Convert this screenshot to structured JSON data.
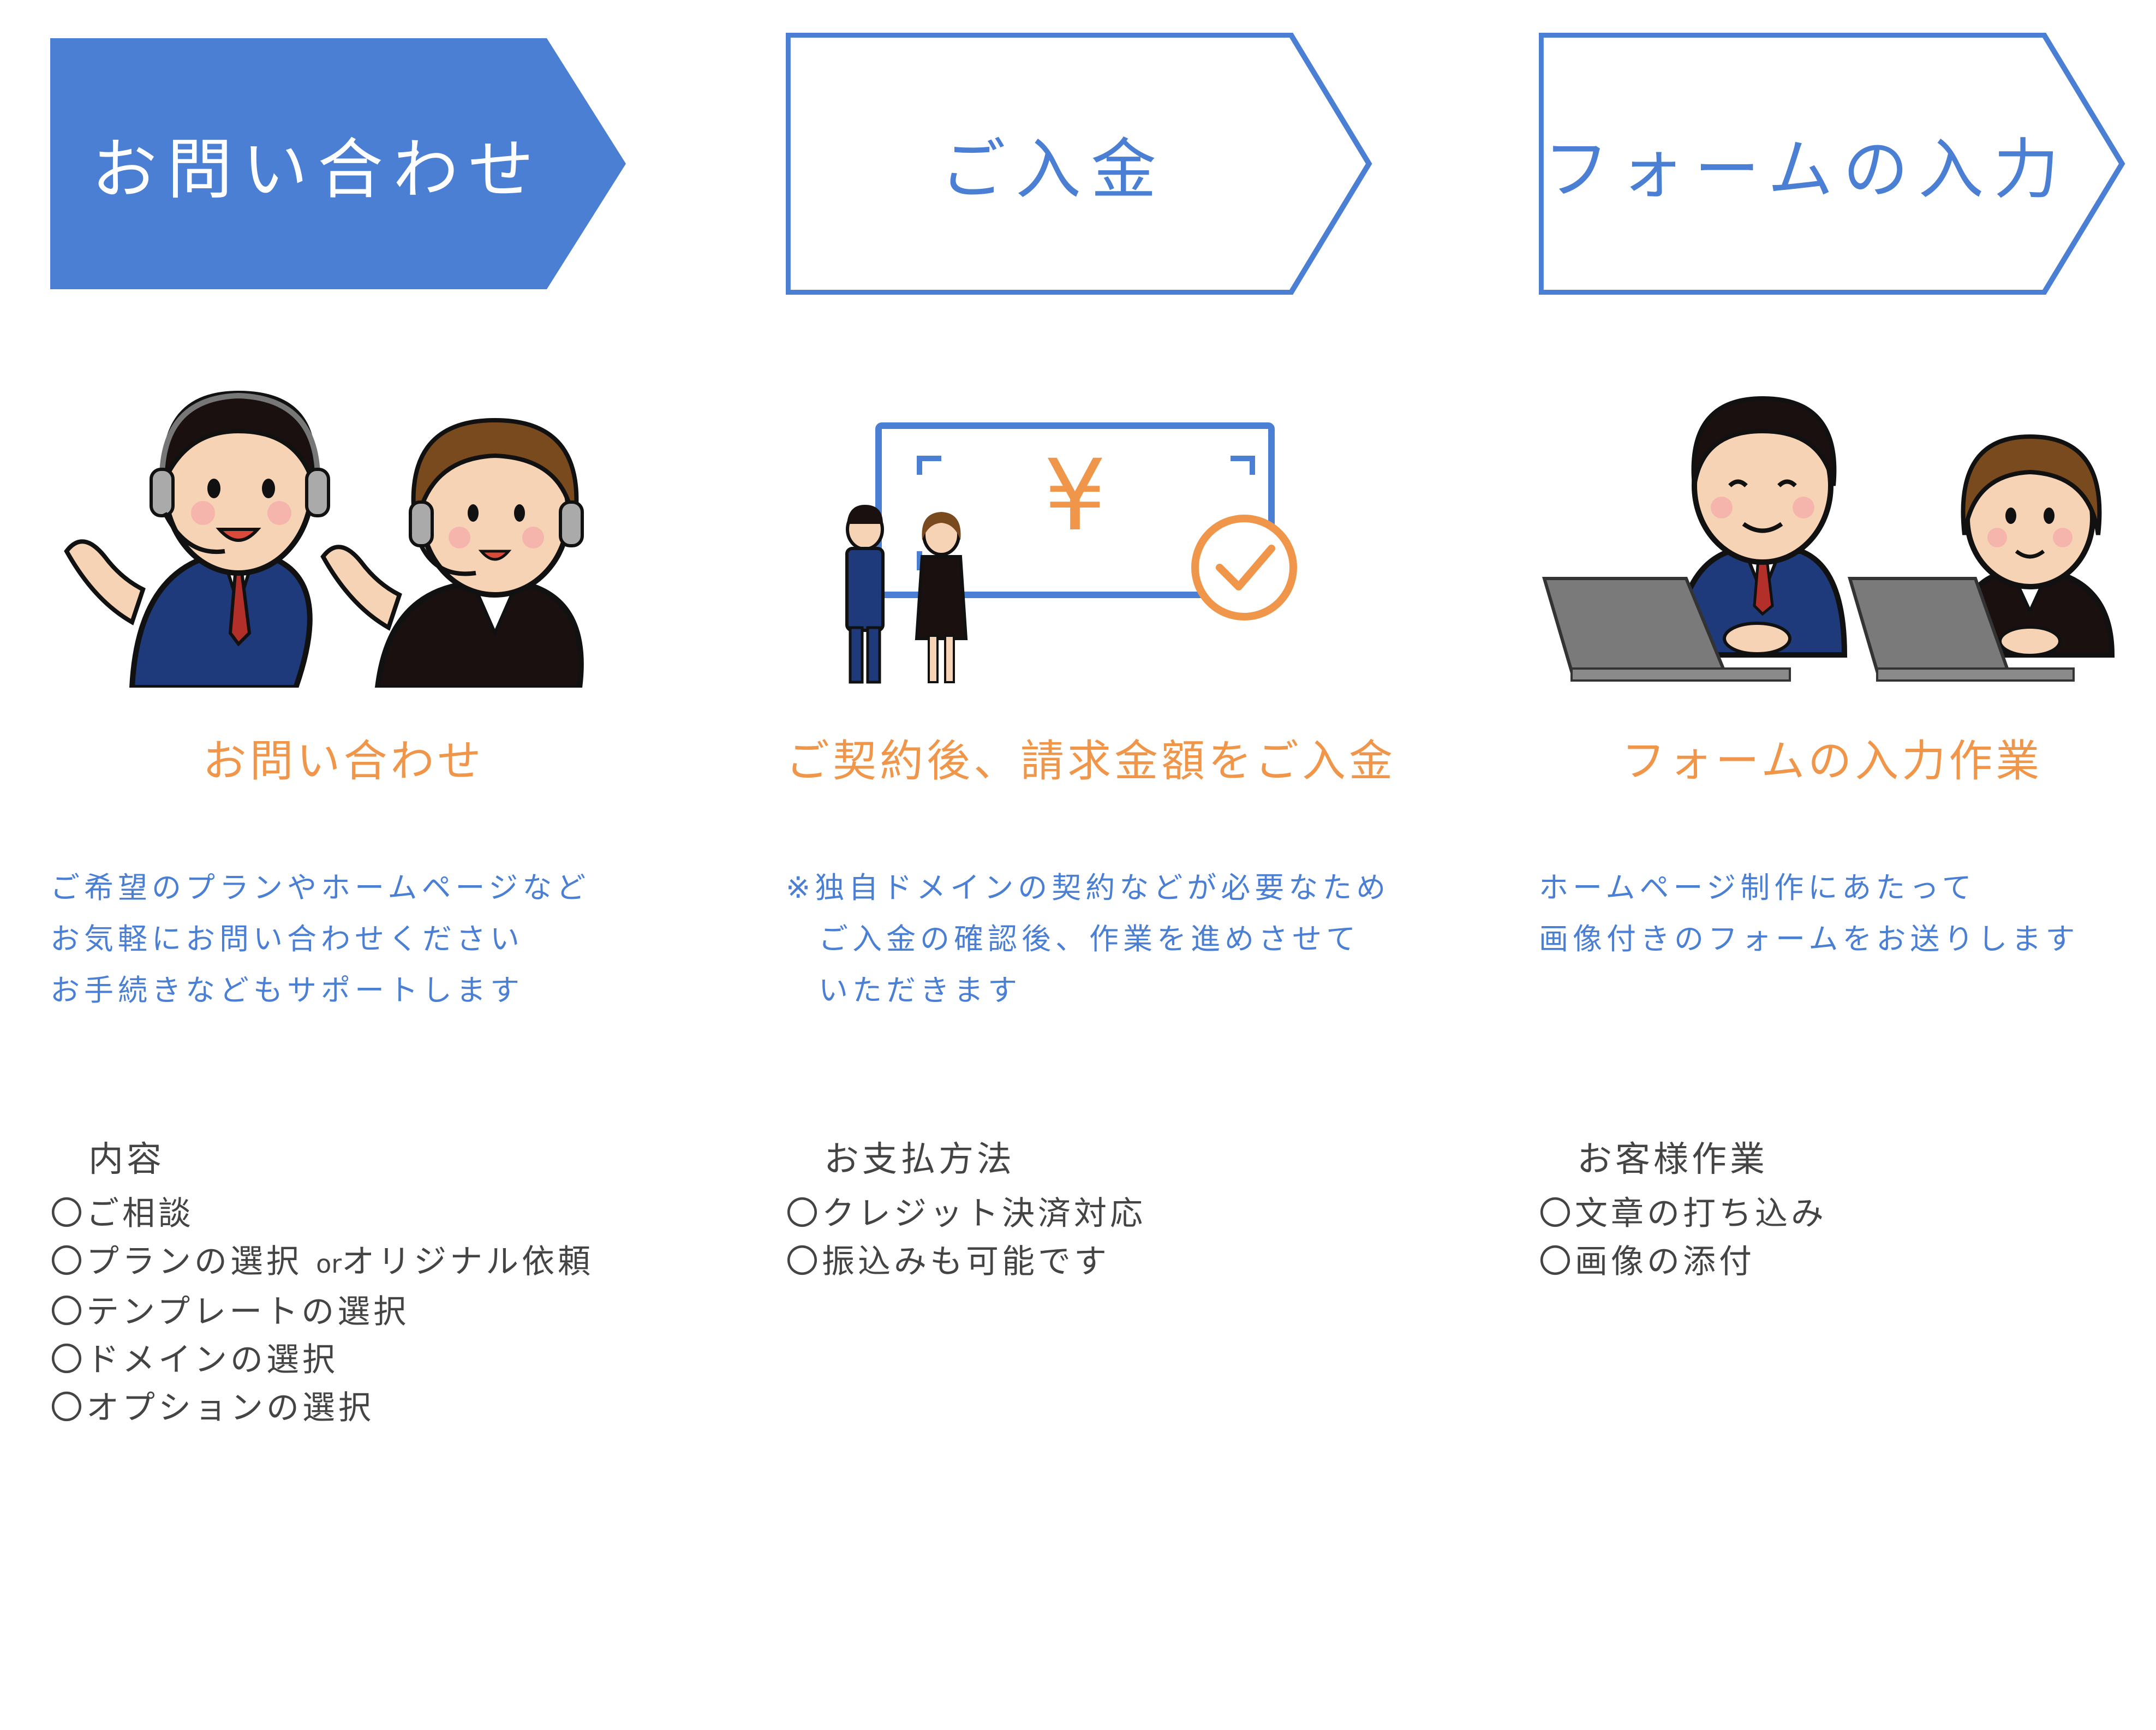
{
  "colors": {
    "accent_blue": "#4a7fd4",
    "accent_orange": "#f0964a",
    "text_gray": "#444444"
  },
  "steps": [
    {
      "label": "お問い合わせ",
      "subtitle": "お問い合わせ",
      "description": [
        "ご希望のプランやホームページなど",
        "お気軽にお問い合わせください",
        "お手続きなどもサポートします"
      ],
      "list_heading": "内容",
      "list_items": [
        "〇ご相談",
        "〇プランの選択 ",
        "〇テンプレートの選択",
        "〇ドメインの選択",
        "〇オプションの選択"
      ],
      "list_item_2_or": "or",
      "list_item_2_rest": "オリジナル依頼"
    },
    {
      "label": "ご入金",
      "subtitle": "ご契約後、請求金額をご入金",
      "description": [
        "※独自ドメインの契約などが必要なため",
        "ご入金の確認後、作業を進めさせて",
        "いただきます"
      ],
      "list_heading": "お支払方法",
      "list_items": [
        "〇クレジット決済対応",
        "〇振込みも可能です"
      ],
      "yen_symbol": "¥"
    },
    {
      "label": "フォームの入力",
      "subtitle": "フォームの入力作業",
      "description": [
        "ホームページ制作にあたって",
        "画像付きのフォームをお送りします"
      ],
      "list_heading": "お客様作業",
      "list_items": [
        "〇文章の打ち込み",
        "〇画像の添付"
      ]
    }
  ],
  "icons": [
    "support-staff-illustration",
    "payment-illustration",
    "laptop-staff-illustration",
    "check-circle-icon"
  ]
}
